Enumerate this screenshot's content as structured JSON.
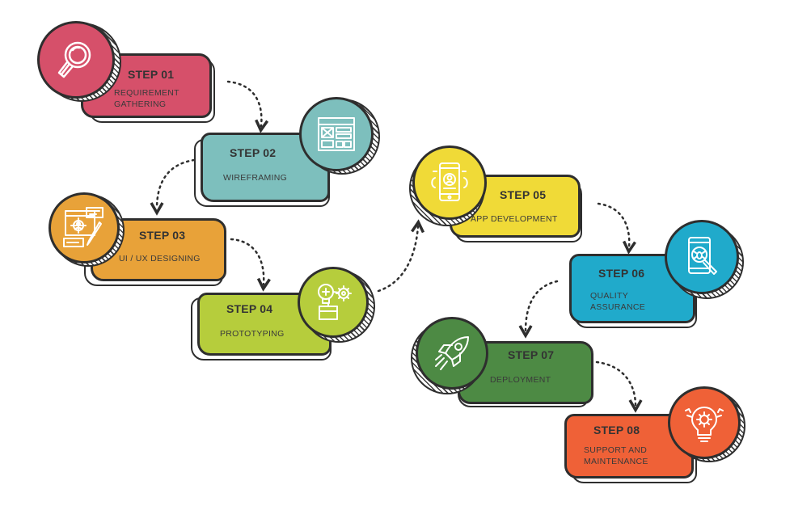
{
  "steps": [
    {
      "title": "STEP 01",
      "desc": [
        "REQUIREMENT",
        "GATHERING"
      ],
      "color": "#d6506a",
      "icon": "magnifier-icon"
    },
    {
      "title": "STEP 02",
      "desc": [
        "WIREFRAMING"
      ],
      "color": "#7dbfbd",
      "icon": "wireframe-icon"
    },
    {
      "title": "STEP 03",
      "desc": [
        "UI / UX DESIGNING"
      ],
      "color": "#e8a239",
      "icon": "ui-ux-design-icon"
    },
    {
      "title": "STEP 04",
      "desc": [
        "PROTOTYPING"
      ],
      "color": "#b6cd3c",
      "icon": "prototype-icon"
    },
    {
      "title": "STEP 05",
      "desc": [
        "APP DEVELOPMENT"
      ],
      "color": "#f0da37",
      "icon": "mobile-app-icon"
    },
    {
      "title": "STEP 06",
      "desc": [
        "QUALITY",
        "ASSURANCE"
      ],
      "color": "#20aacb",
      "icon": "bug-search-icon"
    },
    {
      "title": "STEP 07",
      "desc": [
        "DEPLOYMENT"
      ],
      "color": "#4d8a44",
      "icon": "rocket-icon"
    },
    {
      "title": "STEP 08",
      "desc": [
        "SUPPORT AND",
        "MAINTENANCE"
      ],
      "color": "#ef6137",
      "icon": "lightbulb-tools-icon"
    }
  ],
  "colors": {
    "outline": "#2e2e2e",
    "text": "#333333",
    "background": "#ffffff"
  }
}
